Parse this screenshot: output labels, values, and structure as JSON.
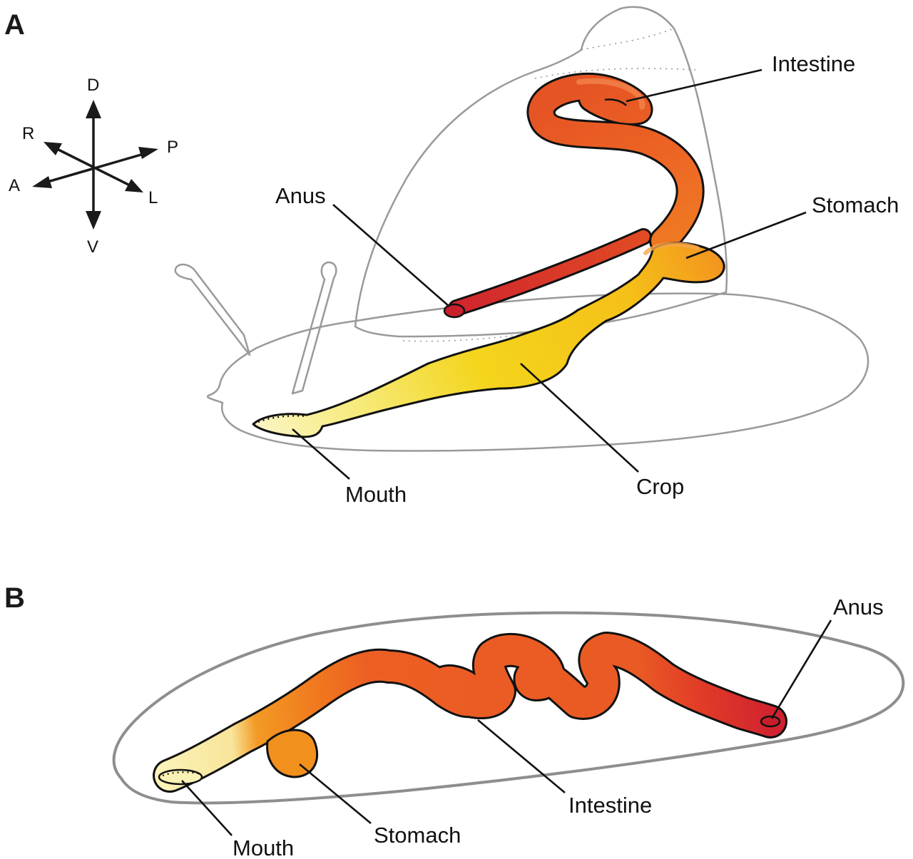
{
  "panels": {
    "a": {
      "letter": "A",
      "orientation": {
        "dorsal": "D",
        "ventral": "V",
        "anterior": "A",
        "posterior": "P",
        "right": "R",
        "left": "L"
      },
      "labels": {
        "intestine": "Intestine",
        "anus": "Anus",
        "stomach": "Stomach",
        "mouth": "Mouth",
        "crop": "Crop"
      }
    },
    "b": {
      "letter": "B",
      "labels": {
        "anus": "Anus",
        "mouth": "Mouth",
        "stomach": "Stomach",
        "intestine": "Intestine"
      }
    }
  },
  "colors": {
    "outline": "#9a9a9c",
    "mouth": "#f8f0a8",
    "crop": "#f2d21a",
    "stomach": "#f28a1e",
    "intestine": "#ea5a24",
    "anus": "#d42630"
  }
}
